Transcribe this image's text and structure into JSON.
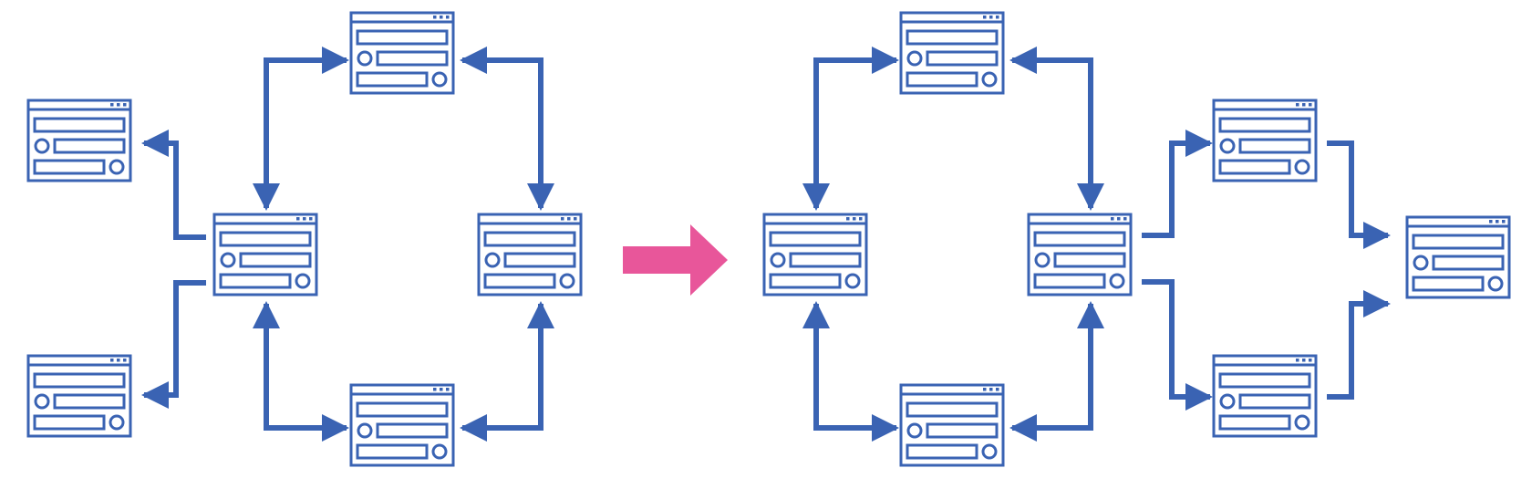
{
  "colors": {
    "primary": "#3a63b3",
    "accent": "#e8569a",
    "background": "#ffffff"
  },
  "nodes": [
    {
      "id": "l-a"
    },
    {
      "id": "l-b"
    },
    {
      "id": "l-c"
    },
    {
      "id": "l-d"
    },
    {
      "id": "l-e"
    },
    {
      "id": "l-f"
    },
    {
      "id": "r-a"
    },
    {
      "id": "r-b"
    },
    {
      "id": "r-c"
    },
    {
      "id": "r-d"
    },
    {
      "id": "r-e"
    },
    {
      "id": "r-f"
    },
    {
      "id": "r-g"
    }
  ],
  "connectors": [
    {
      "from": "l-c",
      "to": "l-a"
    },
    {
      "from": "l-c",
      "to": "l-b"
    },
    {
      "from": "l-c",
      "to": "l-d",
      "bidirectional": true
    },
    {
      "from": "l-d",
      "to": "l-e",
      "bidirectional": true
    },
    {
      "from": "l-e",
      "to": "l-f",
      "bidirectional": true
    },
    {
      "from": "l-f",
      "to": "l-c",
      "bidirectional": true
    },
    {
      "from": "r-a",
      "to": "r-b",
      "bidirectional": true
    },
    {
      "from": "r-b",
      "to": "r-c",
      "bidirectional": true
    },
    {
      "from": "r-c",
      "to": "r-d",
      "bidirectional": true
    },
    {
      "from": "r-d",
      "to": "r-a",
      "bidirectional": true
    },
    {
      "from": "r-c",
      "to": "r-e"
    },
    {
      "from": "r-c",
      "to": "r-f"
    },
    {
      "from": "r-e",
      "to": "r-g"
    },
    {
      "from": "r-f",
      "to": "r-g"
    }
  ]
}
